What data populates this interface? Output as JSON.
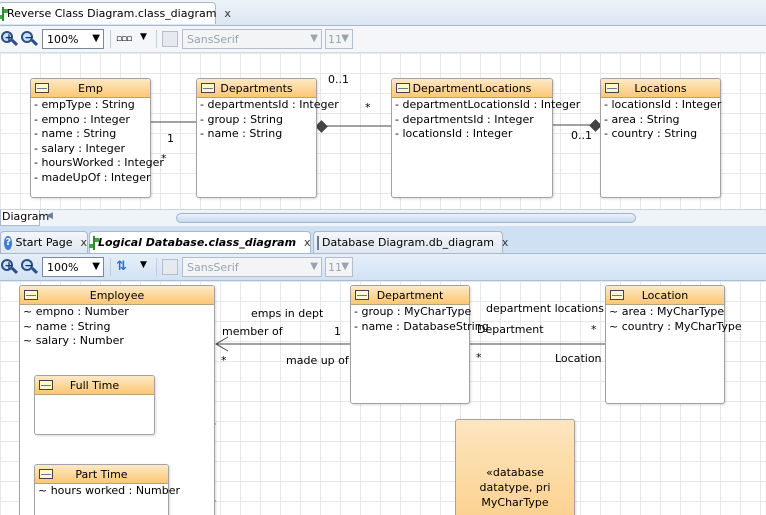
{
  "editor1": {
    "tab_title": "Reverse Class Diagram.class_diagram",
    "tab_close": "x",
    "zoom_value": "100%",
    "font_name": "SansSerif",
    "font_size": "11",
    "classes": {
      "emp": {
        "title": "Emp",
        "attrs": [
          "- empType : String",
          "- empno : Integer",
          "- name : String",
          "- salary : Integer",
          "- hoursWorked : Integer",
          "- madeUpOf : Integer"
        ]
      },
      "departments": {
        "title": "Departments",
        "attrs": [
          "- departmentsId : Integer",
          "- group : String",
          "- name : String"
        ]
      },
      "deptlocations": {
        "title": "DepartmentLocations",
        "attrs": [
          "- departmentLocationsId : Integer",
          "- departmentsId : Integer",
          "- locationsId : Integer"
        ]
      },
      "locations": {
        "title": "Locations",
        "attrs": [
          "- locationsId : Integer",
          "- area : String",
          "- country : String"
        ]
      }
    },
    "labels": {
      "emp_dept_one": "1",
      "emp_dept_many": "*",
      "dept_loc_range": "0..1",
      "dept_loc_many": "*",
      "loc_range": "0..1"
    },
    "bottom_tab": "Diagram"
  },
  "editor2": {
    "tabs": [
      {
        "label": "Start Page",
        "close": "x",
        "icon": "help-icon"
      },
      {
        "label": "Logical Database.class_diagram",
        "close": "x",
        "icon": "class-diagram-icon"
      },
      {
        "label": "Database Diagram.db_diagram",
        "close": "x",
        "icon": "db-diagram-icon"
      }
    ],
    "zoom_value": "100%",
    "font_name": "SansSerif",
    "font_size": "11",
    "classes": {
      "employee": {
        "title": "Employee",
        "attrs": [
          "~ empno : Number",
          "~ name : String",
          "~ salary : Number"
        ]
      },
      "fulltime": {
        "title": "Full Time",
        "attrs": []
      },
      "parttime": {
        "title": "Part Time",
        "attrs": [
          "~ hours worked : Number"
        ]
      },
      "department": {
        "title": "Department",
        "attrs": [
          "- group : MyCharType",
          "- name : DatabaseString"
        ]
      },
      "location": {
        "title": "Location",
        "attrs": [
          "~ area : MyCharType",
          "~ country : MyCharType"
        ]
      },
      "datatype": {
        "text": "«database datatype, pri MyCharType"
      }
    },
    "labels": {
      "emps_in_dept": "emps in dept",
      "member_of": "member of",
      "one": "1",
      "star_left": "*",
      "made_up_of": "made up of",
      "dept_locations": "department locations",
      "department_role": "Department",
      "star_right": "*",
      "star_mid": "*",
      "location_role": "Location"
    }
  },
  "colors": {
    "class_header_top": "#fde9c7",
    "class_header_bottom": "#fbc773",
    "toolbar_bg": "#d7e5f5"
  }
}
